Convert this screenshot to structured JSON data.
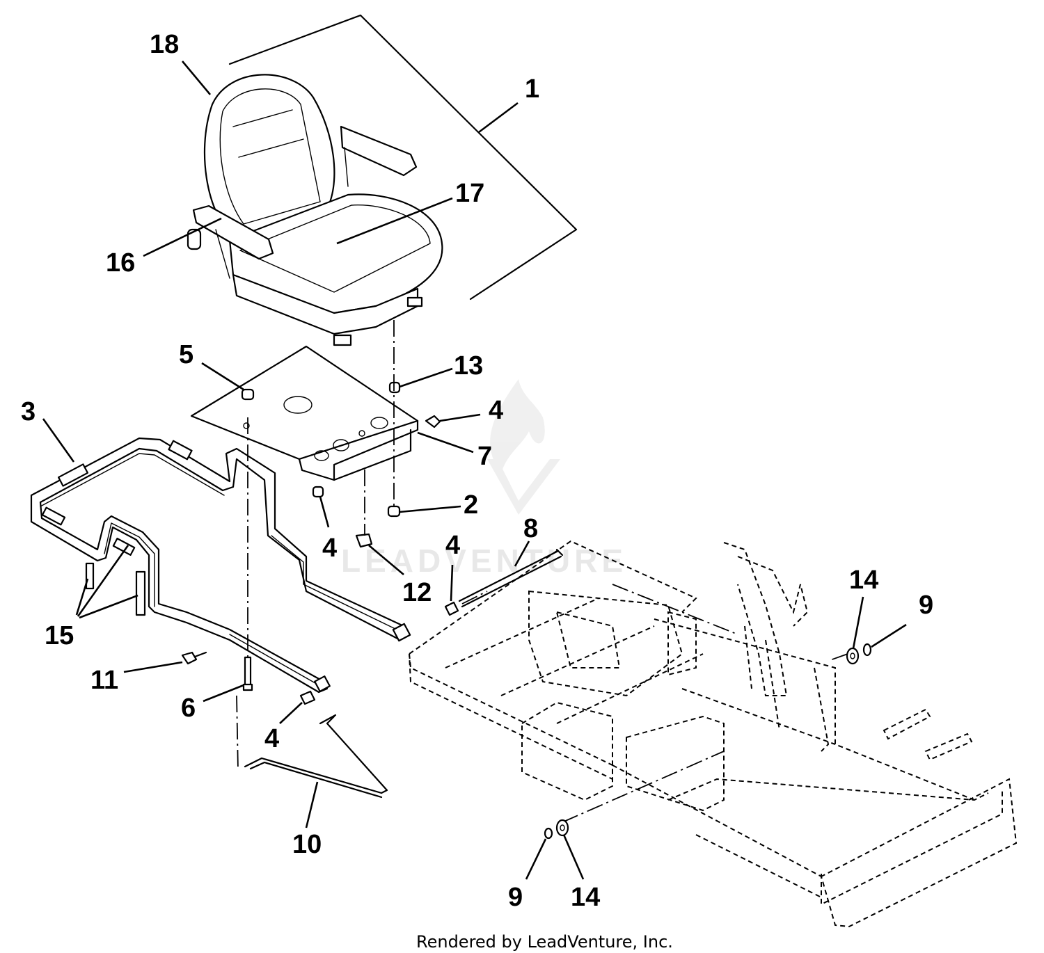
{
  "diagram": {
    "callouts": [
      {
        "id": "c1",
        "label": "1"
      },
      {
        "id": "c2",
        "label": "2"
      },
      {
        "id": "c3",
        "label": "3"
      },
      {
        "id": "c4a",
        "label": "4"
      },
      {
        "id": "c4b",
        "label": "4"
      },
      {
        "id": "c4c",
        "label": "4"
      },
      {
        "id": "c4d",
        "label": "4"
      },
      {
        "id": "c5",
        "label": "5"
      },
      {
        "id": "c6",
        "label": "6"
      },
      {
        "id": "c7",
        "label": "7"
      },
      {
        "id": "c8",
        "label": "8"
      },
      {
        "id": "c9a",
        "label": "9"
      },
      {
        "id": "c9b",
        "label": "9"
      },
      {
        "id": "c10",
        "label": "10"
      },
      {
        "id": "c11",
        "label": "11"
      },
      {
        "id": "c12",
        "label": "12"
      },
      {
        "id": "c13",
        "label": "13"
      },
      {
        "id": "c14a",
        "label": "14"
      },
      {
        "id": "c14b",
        "label": "14"
      },
      {
        "id": "c15",
        "label": "15"
      },
      {
        "id": "c16",
        "label": "16"
      },
      {
        "id": "c17",
        "label": "17"
      },
      {
        "id": "c18",
        "label": "18"
      }
    ]
  },
  "watermark": {
    "text": "LEADVENTURE"
  },
  "footer": {
    "text": "Rendered by LeadVenture, Inc."
  }
}
